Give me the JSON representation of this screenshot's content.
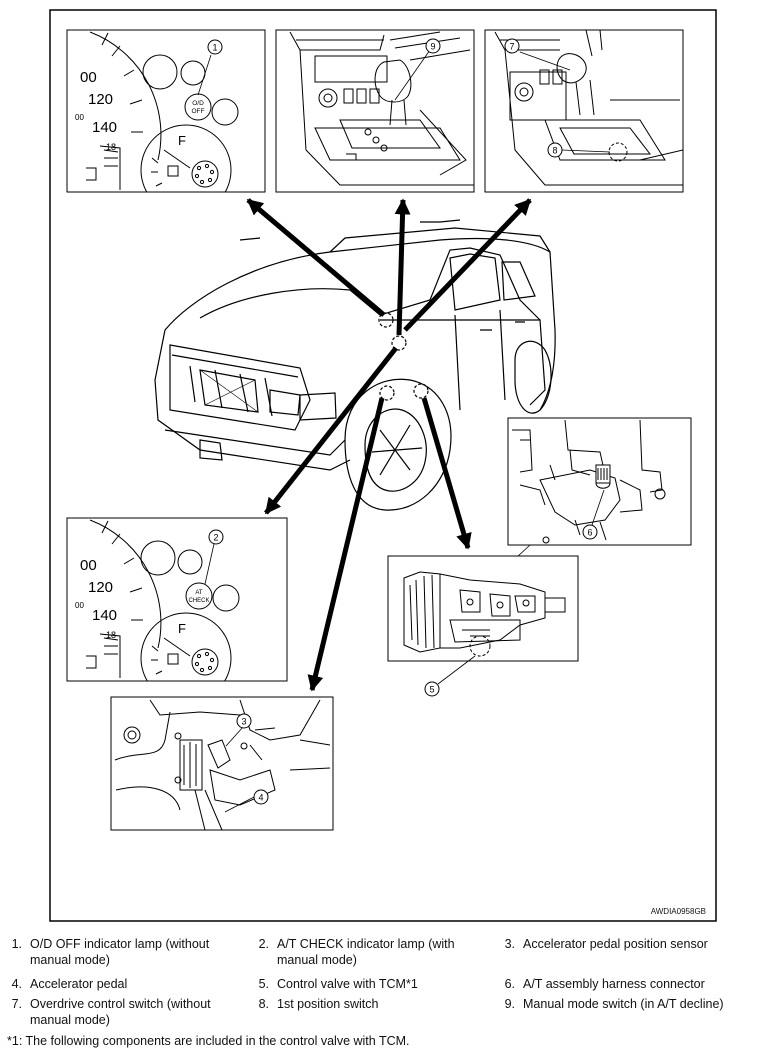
{
  "figure": {
    "code": "AWDIA0958GB",
    "callouts": [
      "1",
      "2",
      "3",
      "4",
      "5",
      "6",
      "7",
      "8",
      "9"
    ],
    "gauge_text": {
      "speed_00": "00",
      "speed_120": "120",
      "speed_140": "140",
      "small_00": "00",
      "temp_18": "18",
      "fuel_F": "F",
      "od_line1": "O/D",
      "od_line2": "OFF",
      "at_line1": "AT",
      "at_line2": "CHECK"
    }
  },
  "legend": [
    {
      "num": "1.",
      "text": "O/D OFF indicator lamp (without manual mode)"
    },
    {
      "num": "2.",
      "text": "A/T CHECK indicator lamp (with manual mode)"
    },
    {
      "num": "3.",
      "text": "Accelerator pedal position sensor"
    },
    {
      "num": "4.",
      "text": "Accelerator pedal"
    },
    {
      "num": "5.",
      "text": "Control valve with TCM*1"
    },
    {
      "num": "6.",
      "text": "A/T assembly harness connector"
    },
    {
      "num": "7.",
      "text": "Overdrive control switch (without manual mode)"
    },
    {
      "num": "8.",
      "text": "1st position switch"
    },
    {
      "num": "9.",
      "text": "Manual mode switch (in A/T decline)"
    }
  ],
  "footnote": "*1: The following components are included in the control valve with TCM."
}
